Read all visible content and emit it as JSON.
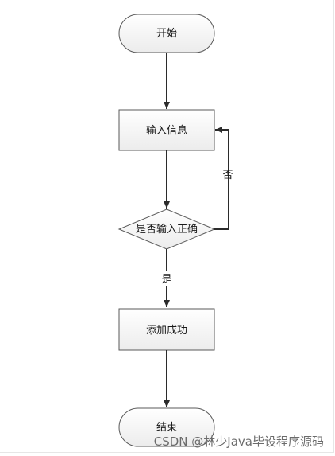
{
  "flowchart": {
    "nodes": {
      "start": "开始",
      "input": "输入信息",
      "decision": "是否输入正确",
      "success": "添加成功",
      "end": "结束"
    },
    "labels": {
      "no": "否",
      "yes": "是"
    }
  },
  "watermark": "CSDN @林少Java毕设程序源码"
}
